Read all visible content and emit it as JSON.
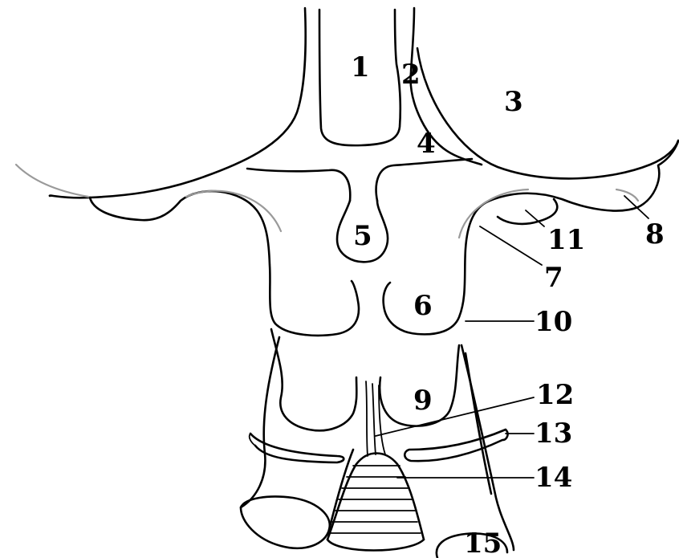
{
  "labels": {
    "l1": "1",
    "l2": "2",
    "l3": "3",
    "l4": "4",
    "l5": "5",
    "l6": "6",
    "l7": "7",
    "l8": "8",
    "l9": "9",
    "l10": "10",
    "l11": "11",
    "l12": "12",
    "l13": "13",
    "l14": "14",
    "l15": "15"
  },
  "colors": {
    "line": "#000000",
    "guide": "#9a9a9a",
    "background": "#ffffff"
  }
}
